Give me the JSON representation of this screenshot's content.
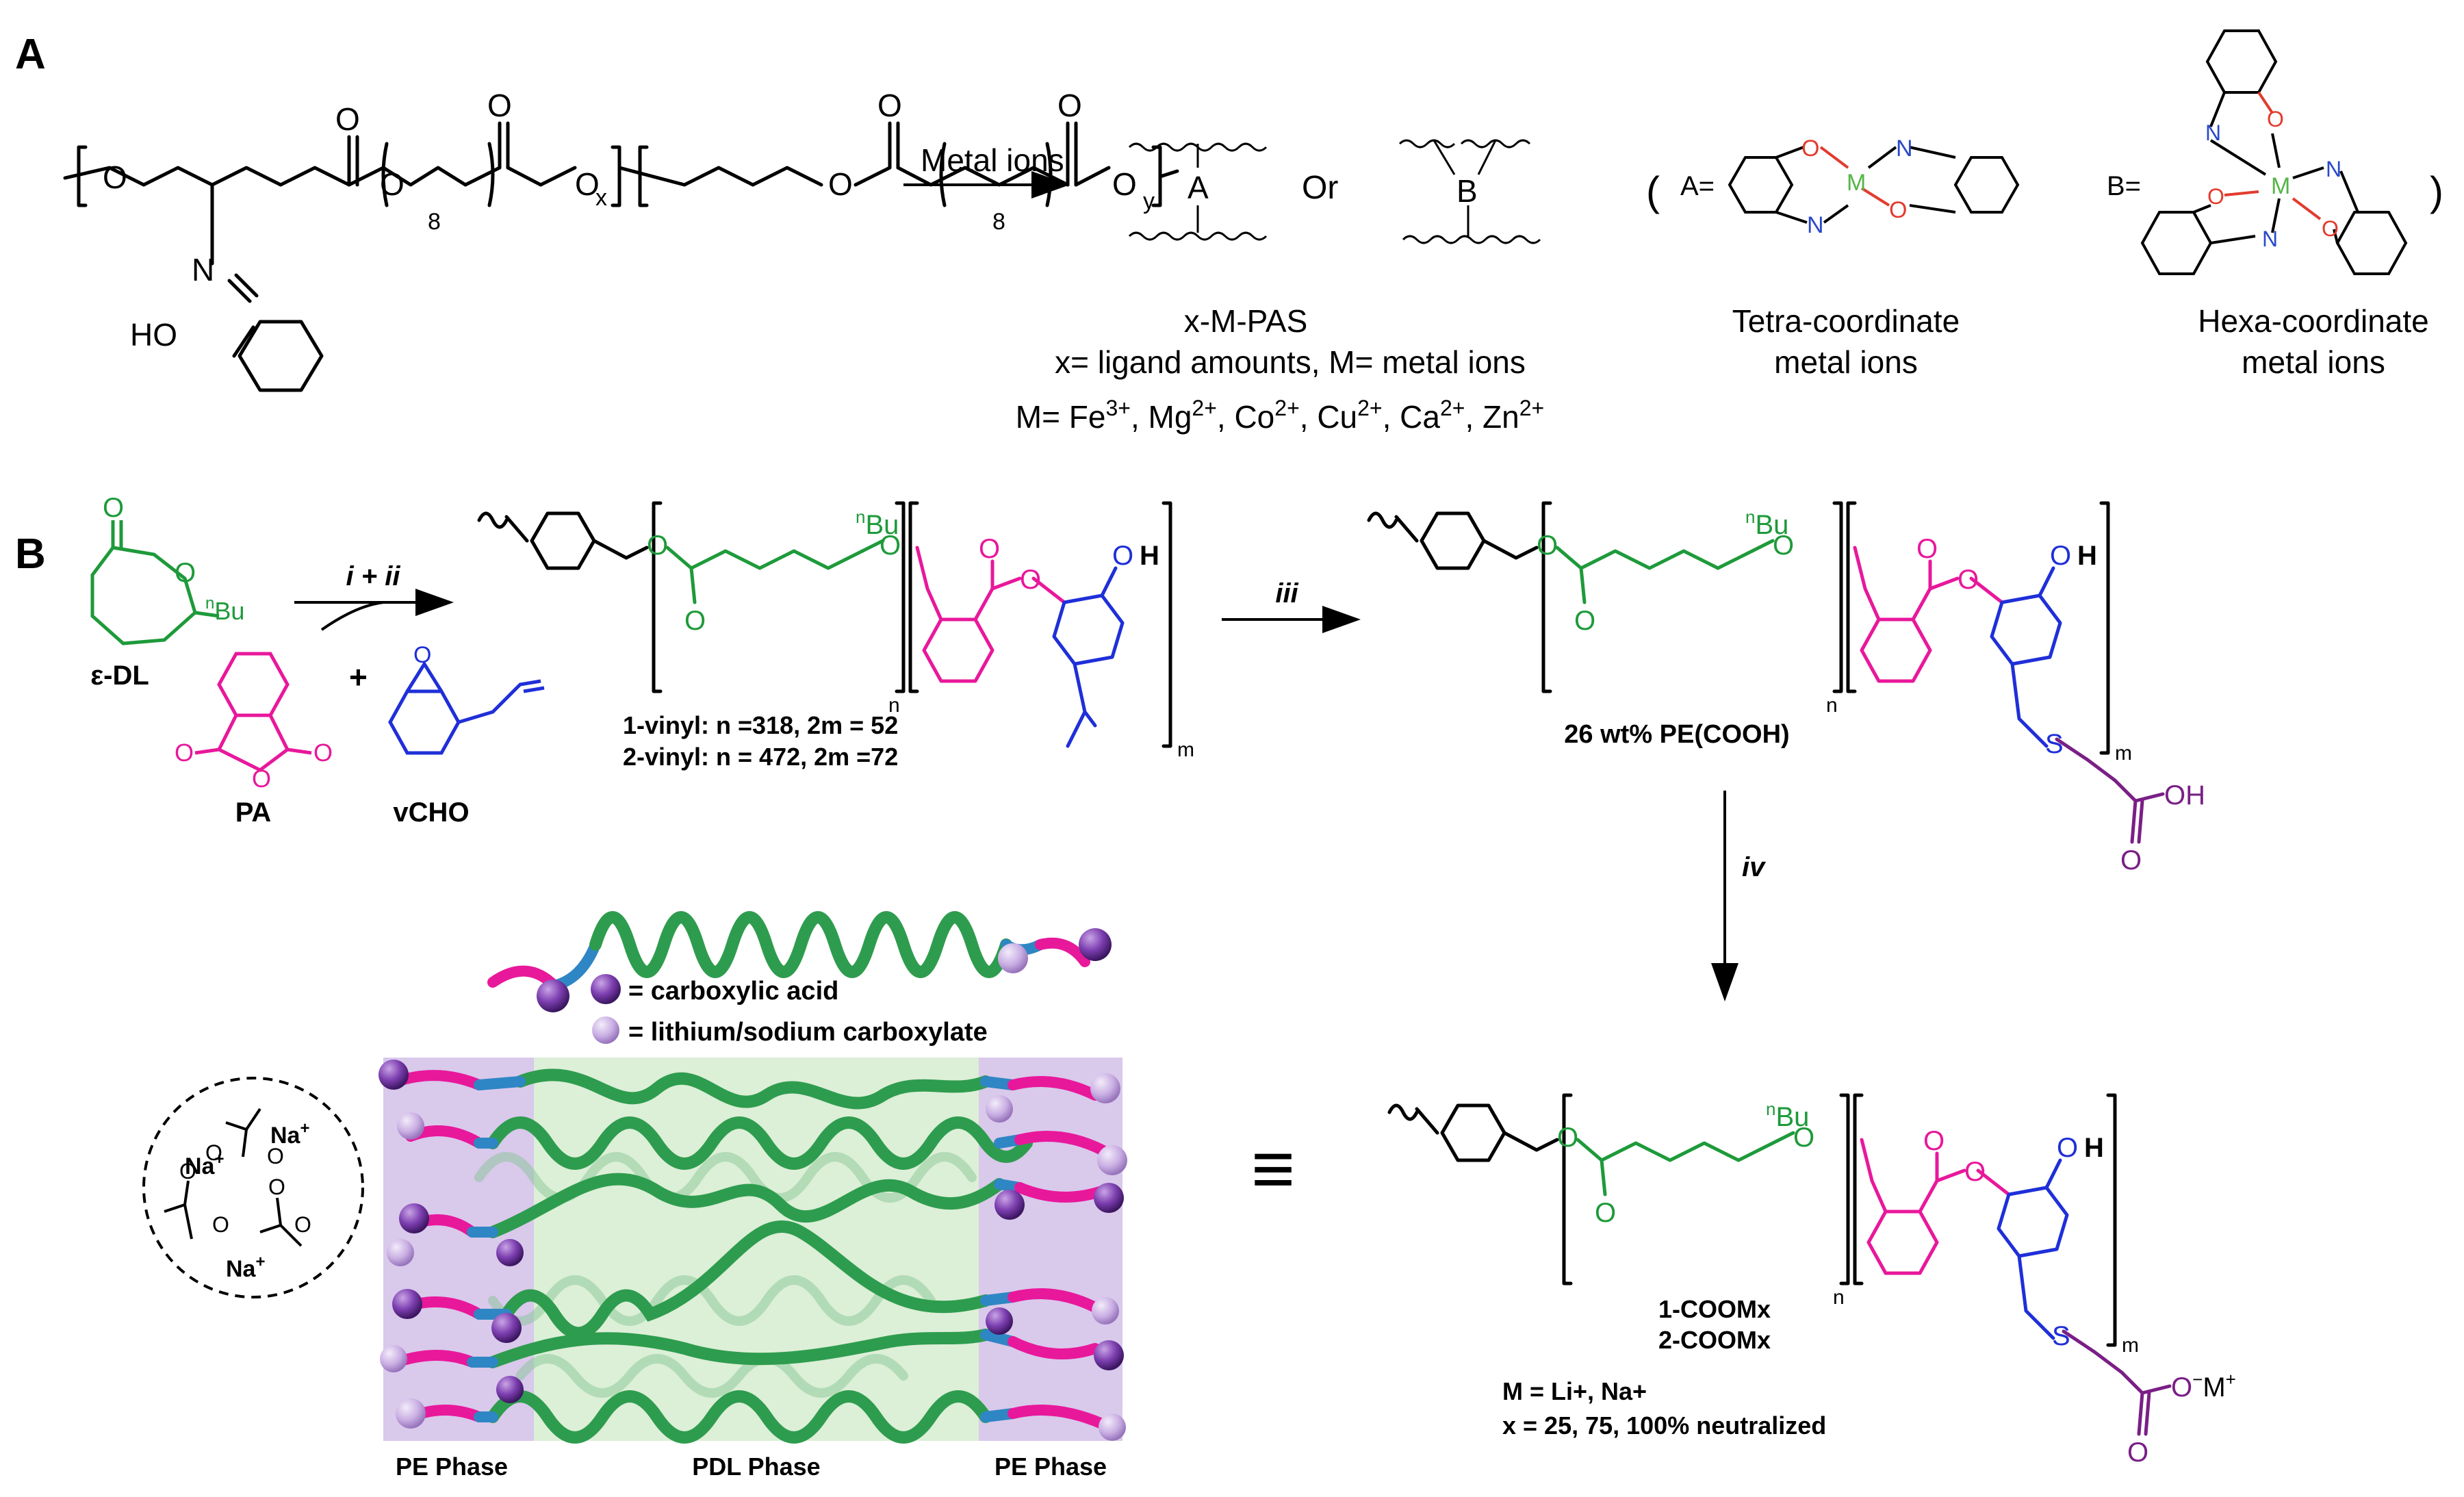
{
  "panels": {
    "a": "A",
    "b": "B"
  },
  "panel_a": {
    "arrow_label": "Metal ions",
    "or_text": "Or",
    "node_a": "A",
    "node_b": "B",
    "subscript_8": "8",
    "subscript_x": "x",
    "subscript_y": "y",
    "nitrogen": "N",
    "hydroxy": "HO",
    "product_name": "x-M-PAS",
    "product_definition": "x= ligand amounts, M= metal ions",
    "metal_list": "M= Fe3+, Mg2+, Co2+, Cu2+, Ca2+, Zn2+",
    "metal_ions": [
      {
        "symbol": "Fe",
        "charge": "3+"
      },
      {
        "symbol": "Mg",
        "charge": "2+"
      },
      {
        "symbol": "Co",
        "charge": "2+"
      },
      {
        "symbol": "Cu",
        "charge": "2+"
      },
      {
        "symbol": "Ca",
        "charge": "2+"
      },
      {
        "symbol": "Zn",
        "charge": "2+"
      }
    ],
    "open_paren": "(",
    "close_paren": ")",
    "a_equals": "A=",
    "b_equals": "B=",
    "metal_m": "M",
    "oxygen": "O",
    "tetra_line1": "Tetra-coordinate",
    "tetra_line2": "metal ions",
    "hexa_line1": "Hexa-coordinate",
    "hexa_line2": "metal ions"
  },
  "panel_b": {
    "monomer_dl": "ε-DL",
    "monomer_pa": "PA",
    "monomer_vcho": "vCHO",
    "plus": "+",
    "butyl_prefix": "n",
    "butyl": "Bu",
    "step_1": "i + ii",
    "step_2": "iii",
    "step_3": "iv",
    "hydrogen": "H",
    "sub_n": "n",
    "sub_m": "m",
    "vinyl_1": "1-vinyl: n =318, 2m = 52",
    "vinyl_2": "2-vinyl: n = 472, 2m =72",
    "pe_cooh": "26 wt% PE(COOH)",
    "acid_oh": "OH",
    "sulfur": "S",
    "legend_acid": "= carboxylic acid",
    "legend_salt": "= lithium/sodium carboxylate",
    "sodium": "Na",
    "cation": "+",
    "anion": "−",
    "equiv": "≡",
    "coom_1": "1-COOMx",
    "coom_2": "2-COOMx",
    "counterions": "M = Li+, Na+",
    "neutralized": "x = 25, 75, 100% neutralized",
    "phase_left": "PE Phase",
    "phase_mid": "PDL Phase",
    "phase_right": "PE Phase",
    "carboxylate_o": "O",
    "carboxylate_m": "M"
  },
  "colors": {
    "green_pdl": "#1e9a3a",
    "magenta_pa": "#e8189b",
    "blue_cho": "#1f2fd8",
    "purple_acid": "#7a1f86",
    "oxygen_red": "#e23b2e",
    "nitrogen_blue": "#2a49c8",
    "metal_green": "#55b548",
    "pe_phase_bg": "#d9c9eb",
    "pdl_phase_bg": "#dcefd7",
    "chain_green": "#2e9c4e",
    "chain_blue": "#2f86c4",
    "bead_purple": "#5b2a86"
  }
}
